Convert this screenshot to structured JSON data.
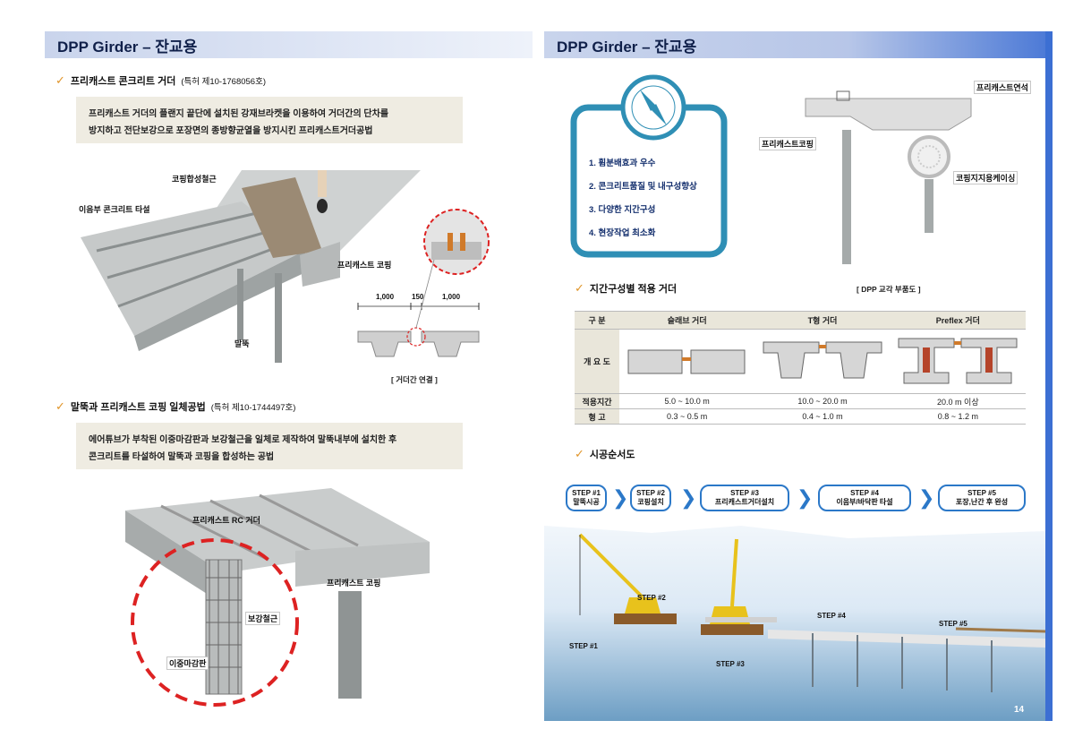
{
  "left": {
    "header": "DPP Girder – 잔교용",
    "section1": {
      "title": "프리캐스트 콘크리트 거더",
      "patent": "(특허 제10-1768056호)"
    },
    "box1": {
      "line1": "프리캐스트 거더의 플랜지 끝단에 설치된 강재브라켓을 이용하여 거더간의 단차를",
      "line2": "방지하고 전단보강으로 포장면의 종방향균열을 방지시킨 프리캐스트거더공법"
    },
    "fig1": {
      "label_rebar": "코핑합성철근",
      "label_slab": "이음부 콘크리트 타설",
      "label_coping": "프리캐스트 코핑",
      "label_pile": "말뚝",
      "dim_a": "1,000",
      "dim_b": "150",
      "dim_c": "1,000",
      "caption": "[ 거더간 연결 ]"
    },
    "section2": {
      "title": "말뚝과 프리캐스트 코핑 일체공법",
      "patent": "(특허 제10-1744497호)"
    },
    "box2": {
      "line1": "에어튜브가 부착된 이중마감판과 보강철근을 일체로 제작하여 말뚝내부에 설치한 후",
      "line2": "콘크리트를 타설하여 말뚝과 코핑을 합성하는 공법"
    },
    "fig2": {
      "label_girder": "프리캐스트 RC 거더",
      "label_coping": "프리캐스트 코핑",
      "label_rebar": "보강철근",
      "label_plate": "이중마감판"
    }
  },
  "right": {
    "header": "DPP Girder – 잔교용",
    "advantages": [
      "1. 휨분배효과 우수",
      "2. 콘크리트품질 및 내구성향상",
      "3. 다양한 지간구성",
      "4. 현장작업 최소화"
    ],
    "fig": {
      "label_slab": "프리캐스트연석",
      "label_coping": "프리캐스트코핑",
      "label_casing": "코핑지지용케이싱",
      "caption": "[ DPP 교각 부품도 ]"
    },
    "section_span": "지간구성별 적용 거더",
    "table": {
      "headers": [
        "구 분",
        "슬래브 거더",
        "T형 거더",
        "Preflex 거더"
      ],
      "row_overview": "개 요 도",
      "row_span": {
        "label": "적용지간",
        "values": [
          "5.0 ~ 10.0 m",
          "10.0 ~ 20.0 m",
          "20.0 m 이상"
        ]
      },
      "row_height": {
        "label": "형 고",
        "values": [
          "0.3 ~ 0.5 m",
          "0.4 ~ 1.0 m",
          "0.8 ~ 1.2 m"
        ]
      }
    },
    "section_seq": "시공순서도",
    "steps": [
      {
        "no": "STEP #1",
        "name": "말뚝시공"
      },
      {
        "no": "STEP #2",
        "name": "코핑설치"
      },
      {
        "no": "STEP #3",
        "name": "프리캐스트거더설치"
      },
      {
        "no": "STEP #4",
        "name": "이음부/바닥판 타설"
      },
      {
        "no": "STEP #5",
        "name": "포장,난간 후 완성"
      }
    ],
    "photo_labels": [
      "STEP #1",
      "STEP #2",
      "STEP #3",
      "STEP #4",
      "STEP #5"
    ],
    "page_number": "14"
  }
}
